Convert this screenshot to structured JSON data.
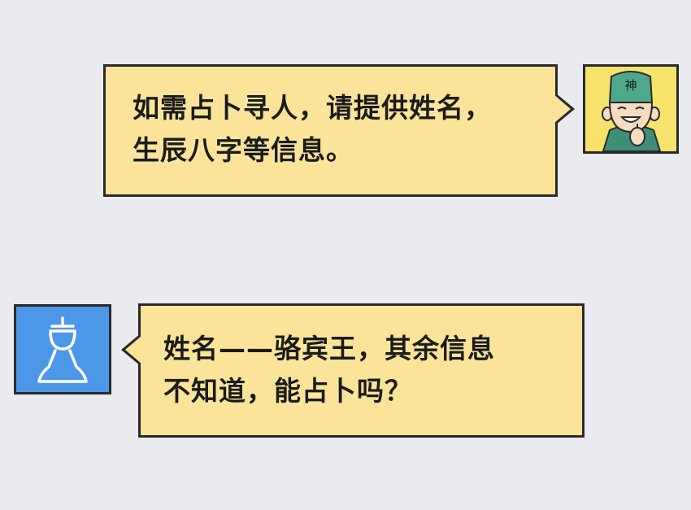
{
  "messages": [
    {
      "side": "right",
      "lines": [
        "如需占卜寻人，请提供姓名，",
        "生辰八字等信息。"
      ]
    },
    {
      "side": "left",
      "lines": [
        "姓名——骆宾王，其余信息",
        "不知道，能占卜吗？"
      ]
    }
  ],
  "avatars": {
    "right": {
      "hat_text": "神",
      "icon": "fortune-teller-avatar-icon"
    },
    "left": {
      "icon": "person-silhouette-icon"
    }
  },
  "colors": {
    "background": "#ebeaee",
    "bubble": "#fbe49a",
    "border": "#2a2a2a",
    "avatar_right_bg": "#f7e36b",
    "avatar_left_bg": "#4d97e9"
  }
}
